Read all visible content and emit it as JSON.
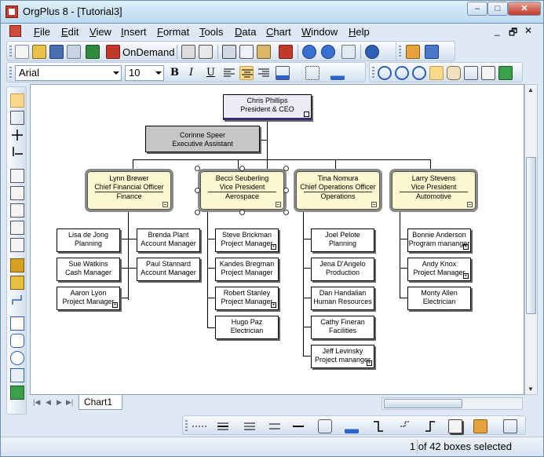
{
  "window": {
    "title": "OrgPlus 8 - [Tutorial3]",
    "min": "–",
    "max": "□",
    "close": "✕",
    "mdi_min": "_",
    "mdi_restore": "🗗",
    "mdi_close": "✕"
  },
  "menu": [
    "File",
    "Edit",
    "View",
    "Insert",
    "Format",
    "Tools",
    "Data",
    "Chart",
    "Window",
    "Help"
  ],
  "toolbar": {
    "ondemand_label": "OnDemand",
    "font_name": "Arial",
    "font_size": "10",
    "bold": "B",
    "italic": "I",
    "underline": "U"
  },
  "chart": {
    "root": {
      "name": "Chris  Phillips",
      "title": "President & CEO"
    },
    "assistant": {
      "name": "Corinne Speer",
      "title": "Executive Assistant"
    },
    "managers": [
      {
        "name": "Lynn Brewer",
        "title": "Chief Financial Officer",
        "dept": "Finance"
      },
      {
        "name": "Becci Seuberling",
        "title": "Vice President",
        "dept": "Aerospace"
      },
      {
        "name": "Tina Nomura",
        "title": "Chief Operations Officer",
        "dept": "Operations"
      },
      {
        "name": "Larry Stevens",
        "title": "Vice President",
        "dept": "Automotive"
      }
    ],
    "finance_left": [
      {
        "name": "Lisa de Jong",
        "title": "Planning"
      },
      {
        "name": "Sue Watkins",
        "title": "Cash Manager"
      },
      {
        "name": "Aaron Lyon",
        "title": "Project Manager"
      }
    ],
    "finance_right": [
      {
        "name": "Brenda Plant",
        "title": "Account Manager"
      },
      {
        "name": "Paul Stannard",
        "title": "Account Manager"
      }
    ],
    "aerospace": [
      {
        "name": "Steve Brickman",
        "title": "Project Manager"
      },
      {
        "name": "Kandes Bregman",
        "title": "Project Manager"
      },
      {
        "name": "Robert Stanley",
        "title": "Project Manager"
      },
      {
        "name": "Hugo Paz",
        "title": "Electrician"
      }
    ],
    "operations": [
      {
        "name": "Joel Pelote",
        "title": "Planning"
      },
      {
        "name": "Jena D'Angelo",
        "title": "Production"
      },
      {
        "name": "Dan Handalian",
        "title": "Human Resources"
      },
      {
        "name": "Cathy Fineran",
        "title": "Facilities"
      },
      {
        "name": "Jeff Levinsky",
        "title": "Project mananger"
      }
    ],
    "automotive": [
      {
        "name": "Bonnie Anderson",
        "title": "Program mananger"
      },
      {
        "name": "Andy Knox",
        "title": "Project Manager"
      },
      {
        "name": "Monty Allen",
        "title": "Electrician"
      }
    ],
    "plus_glyph": "+"
  },
  "tabs": {
    "sheet": "Chart1"
  },
  "status": {
    "selection": "1 of 42 boxes selected"
  }
}
